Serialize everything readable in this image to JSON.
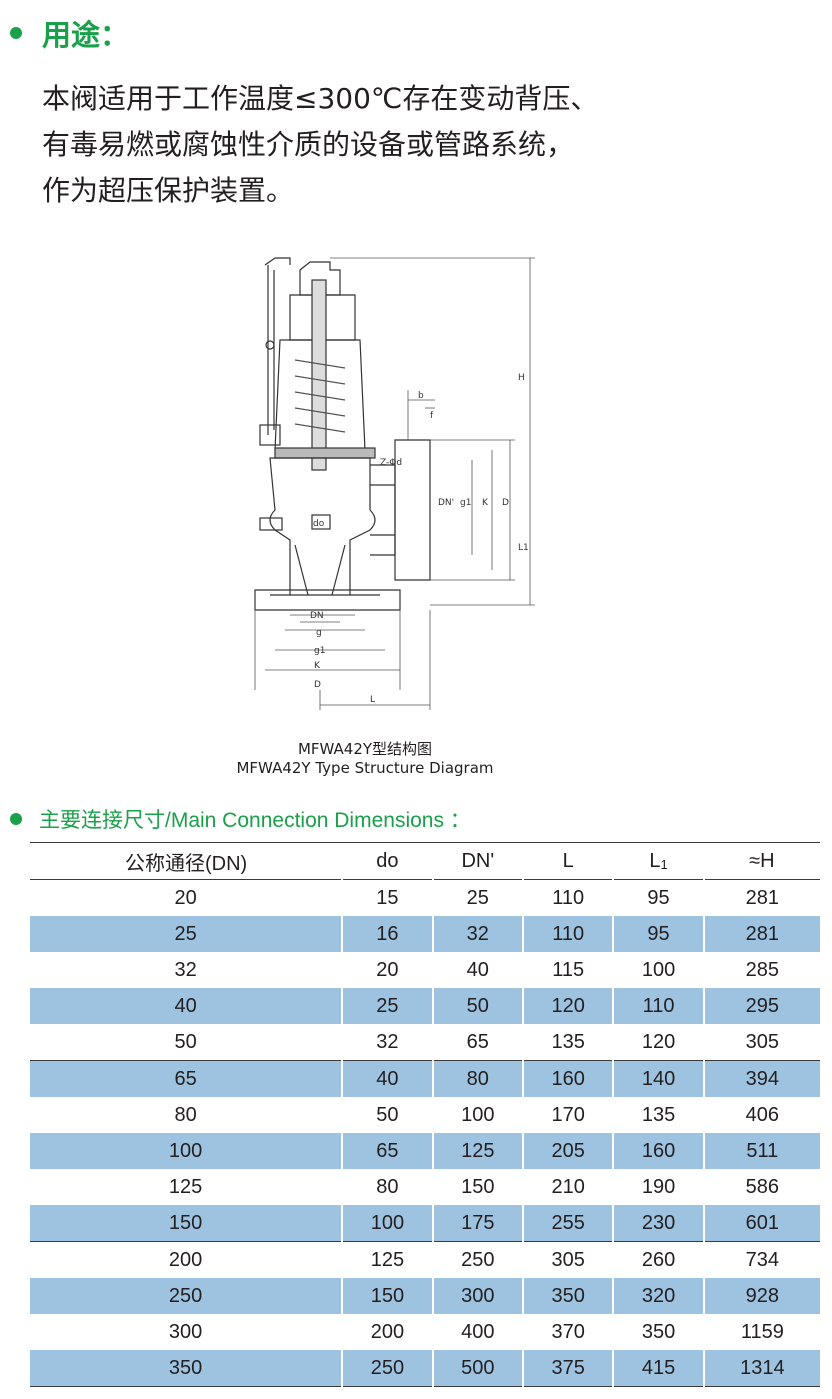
{
  "usage": {
    "title": "用途：",
    "lines": [
      "本阀适用于工作温度≤300℃存在变动背压、",
      "有毒易燃或腐蚀性介质的设备或管路系统，",
      "作为超压保护装置。"
    ]
  },
  "diagram": {
    "labels": {
      "H": "H",
      "L1": "L1",
      "b": "b",
      "f": "f",
      "z_phi_d": "Z-Φd",
      "dn_prime": "DN'",
      "g1": "g1",
      "K": "K",
      "D": "D",
      "do": "do",
      "DN": "DN",
      "g": "g",
      "L": "L"
    },
    "caption_cn": "MFWA42Y型结构图",
    "caption_en": "MFWA42Y Type Structure Diagram"
  },
  "dimensions": {
    "title": "主要连接尺寸/Main Connection Dimensions ：",
    "headers": [
      "公称通径(DN)",
      "do",
      "DN'",
      "L",
      "L",
      "≈H"
    ],
    "header_l1_sub": "1",
    "rows": [
      [
        "20",
        "15",
        "25",
        "110",
        "95",
        "281"
      ],
      [
        "25",
        "16",
        "32",
        "110",
        "95",
        "281"
      ],
      [
        "32",
        "20",
        "40",
        "115",
        "100",
        "285"
      ],
      [
        "40",
        "25",
        "50",
        "120",
        "110",
        "295"
      ],
      [
        "50",
        "32",
        "65",
        "135",
        "120",
        "305"
      ],
      [
        "65",
        "40",
        "80",
        "160",
        "140",
        "394"
      ],
      [
        "80",
        "50",
        "100",
        "170",
        "135",
        "406"
      ],
      [
        "100",
        "65",
        "125",
        "205",
        "160",
        "511"
      ],
      [
        "125",
        "80",
        "150",
        "210",
        "190",
        "586"
      ],
      [
        "150",
        "100",
        "175",
        "255",
        "230",
        "601"
      ],
      [
        "200",
        "125",
        "250",
        "305",
        "260",
        "734"
      ],
      [
        "250",
        "150",
        "300",
        "350",
        "320",
        "928"
      ],
      [
        "300",
        "200",
        "400",
        "370",
        "350",
        "1159"
      ],
      [
        "350",
        "250",
        "500",
        "375",
        "415",
        "1314"
      ]
    ],
    "shade_color": "#9dc3e0"
  },
  "colors": {
    "accent": "#1aa04a",
    "text": "#231f20"
  }
}
